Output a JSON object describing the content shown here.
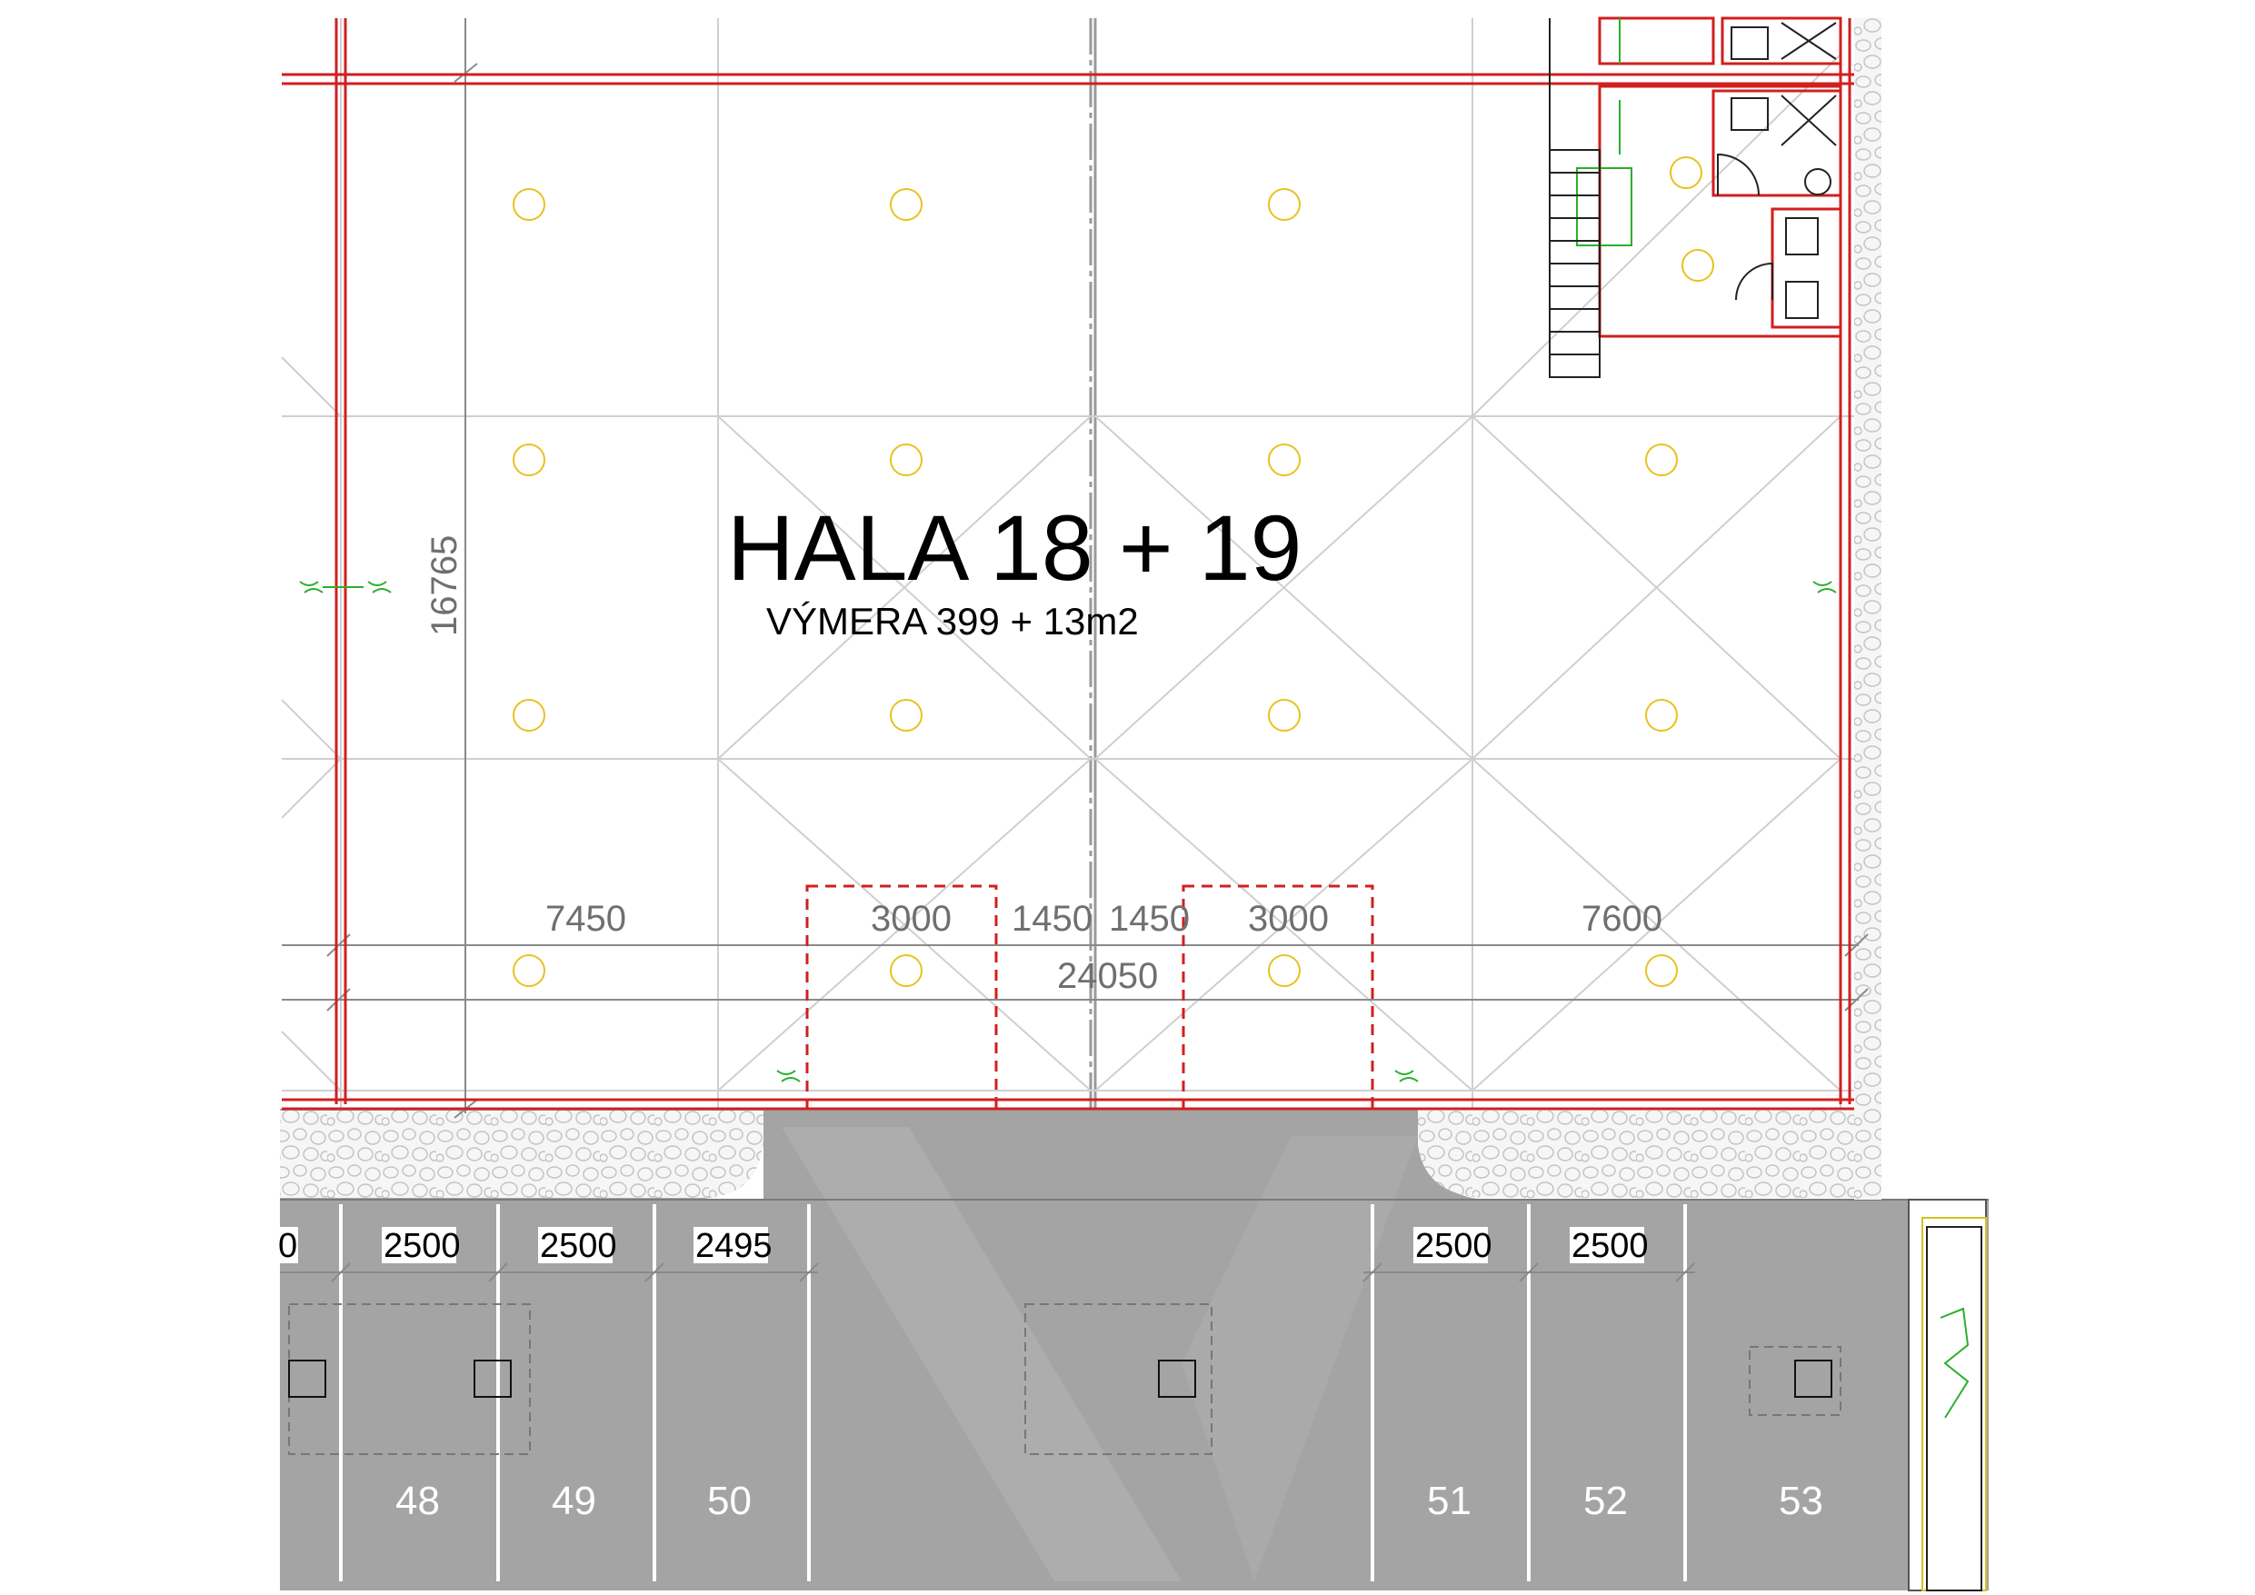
{
  "hall": {
    "title": "HALA 18 + 19",
    "area": "VÝMERA 399  + 13m2"
  },
  "dimensions": {
    "vertical": "16765",
    "top_row": [
      "7450",
      "3000",
      "1450",
      "1450",
      "3000",
      "7600"
    ],
    "total": "24050"
  },
  "parking": {
    "widths": [
      "0",
      "2500",
      "2500",
      "2495",
      "2500",
      "2500"
    ],
    "spaces": [
      "48",
      "49",
      "50",
      "51",
      "52",
      "53"
    ]
  },
  "colors": {
    "wall": "#d21f1f",
    "grid": "#cfcfcf",
    "light": "#e8c21e",
    "sensor": "#2bb02b",
    "asphalt": "#a4a4a4",
    "gravel": "#f4f4f4"
  }
}
